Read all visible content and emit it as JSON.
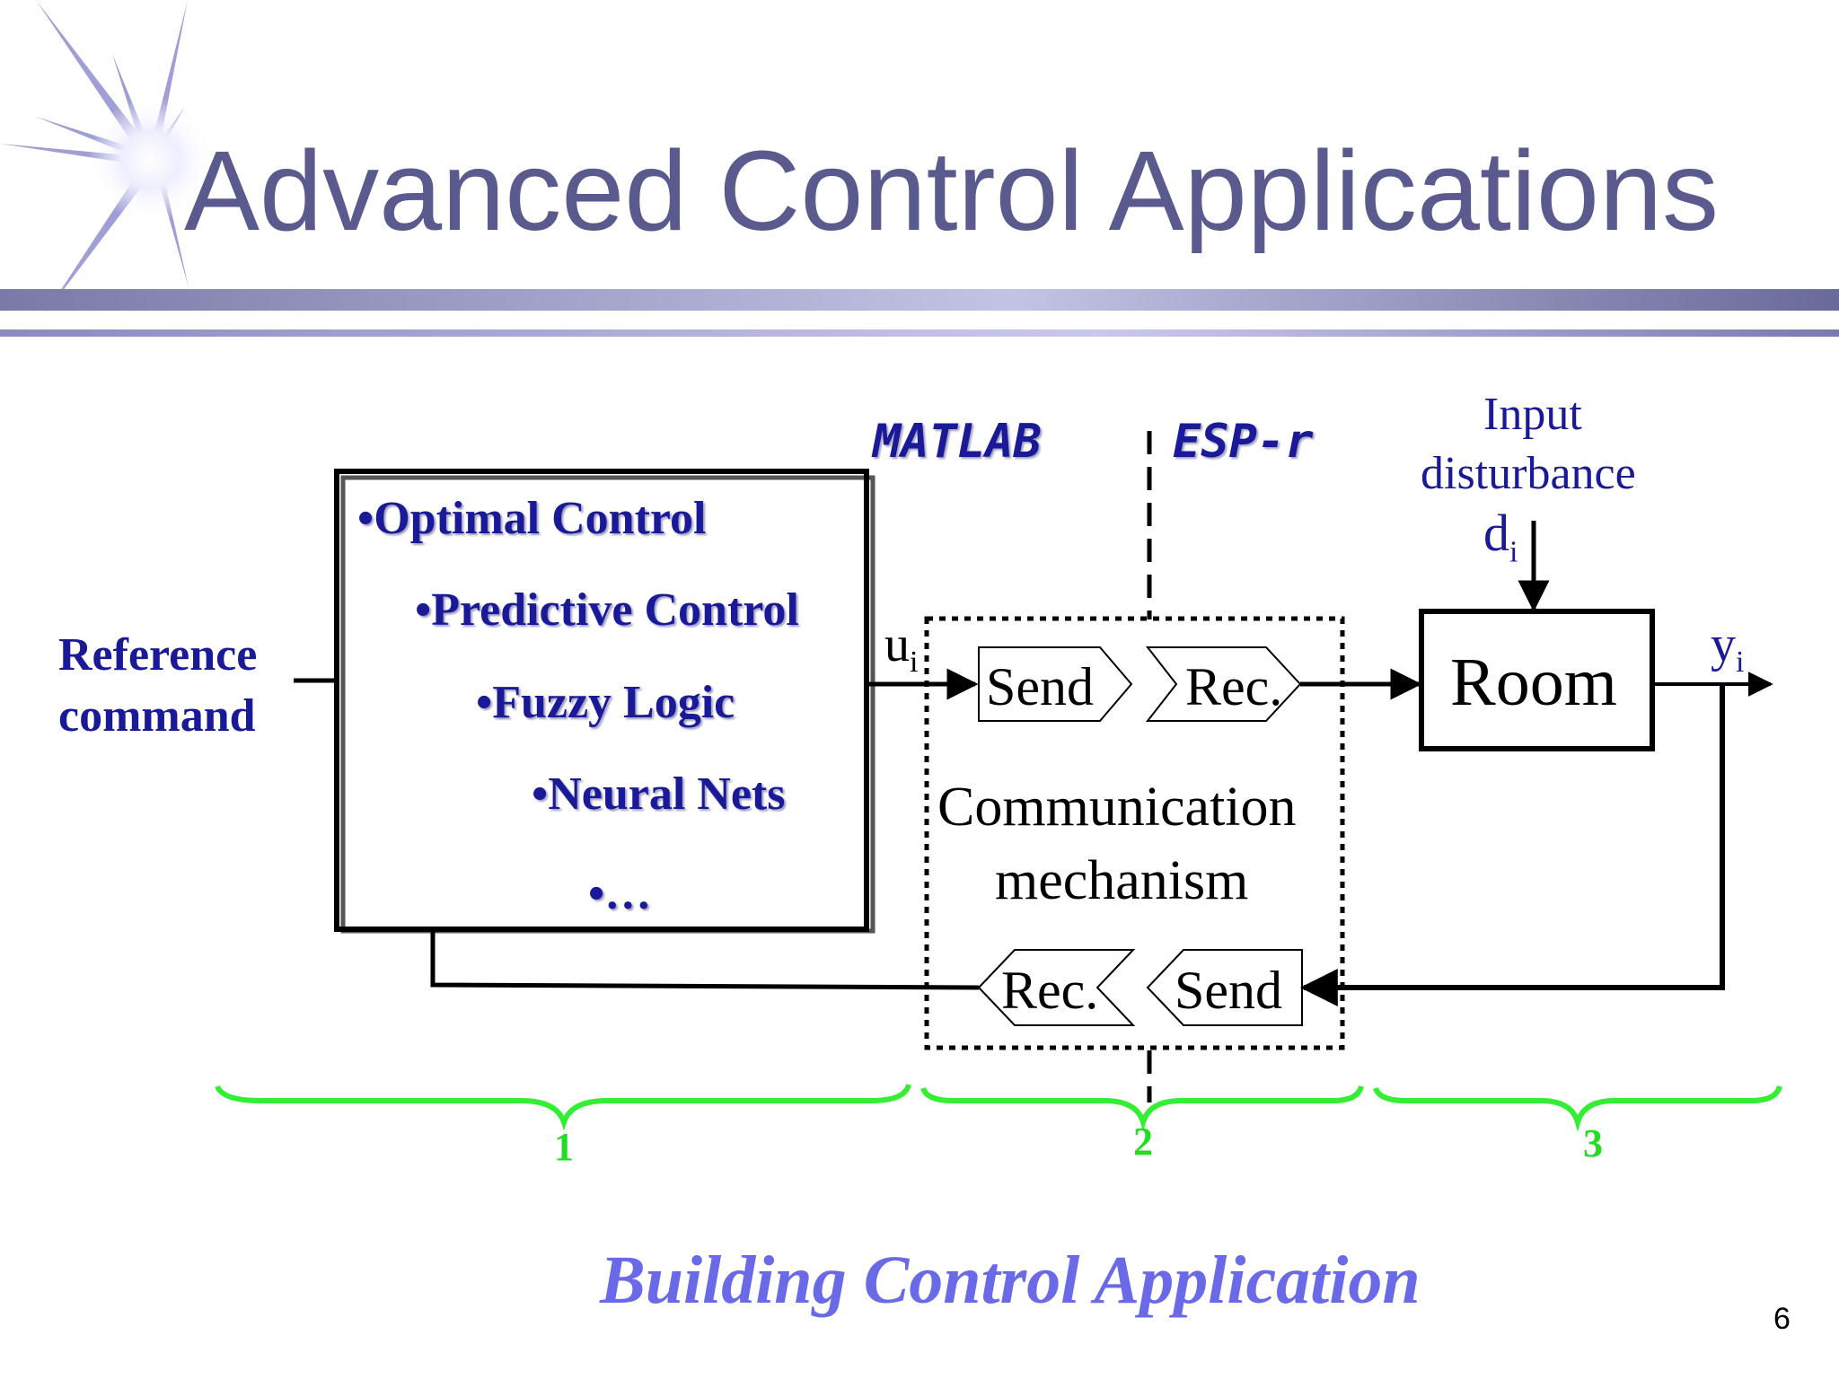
{
  "title": "Advanced Control Applications",
  "diagram": {
    "matlab_label": "MATLAB",
    "espr_label": "ESP-r",
    "reference": [
      "Reference",
      "command"
    ],
    "controller_items": [
      "•Optimal Control",
      "•Predictive Control",
      "•Fuzzy Logic",
      "•Neural Nets",
      "•…"
    ],
    "u_symbol": "u",
    "u_sub": "i",
    "send_top": "Send",
    "rec_top": "Rec.",
    "comm_label": [
      "Communication",
      "mechanism"
    ],
    "rec_bottom": "Rec.",
    "send_bottom": "Send",
    "disturbance_label": [
      "Input",
      "disturbance"
    ],
    "d_symbol": "d",
    "d_sub": "i",
    "room_label": "Room",
    "y_symbol": "y",
    "y_sub": "i",
    "braces": [
      "1",
      "2",
      "3"
    ]
  },
  "caption": "Building Control Application",
  "page_number": "6"
}
